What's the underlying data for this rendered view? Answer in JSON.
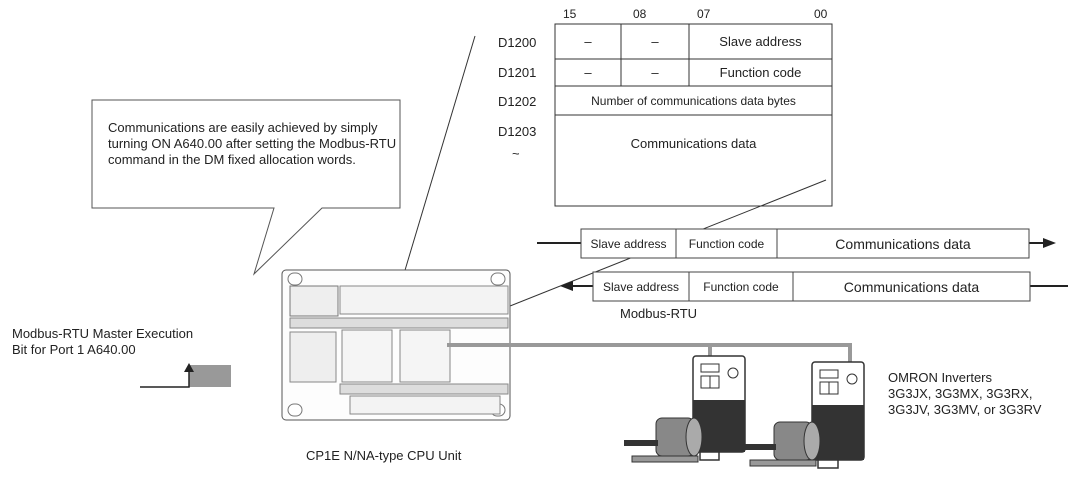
{
  "dm_table": {
    "bit_labels": [
      "15",
      "08",
      "07",
      "00"
    ],
    "rows": [
      {
        "address": "D1200",
        "cells": [
          "–",
          "–",
          "Slave address"
        ]
      },
      {
        "address": "D1201",
        "cells": [
          "–",
          "–",
          "Function code"
        ]
      },
      {
        "address": "D1202",
        "cells": [
          "Number of communications data bytes"
        ]
      },
      {
        "address": "D1203",
        "cells": [
          "Communications data"
        ]
      }
    ],
    "continuation_mark": "~"
  },
  "callout": {
    "text": "Communications are easily achieved by simply turning ON A640.00 after setting the Modbus-RTU command in the DM fixed allocation words."
  },
  "frames": {
    "send": [
      "Slave address",
      "Function code",
      "Communications data"
    ],
    "receive": [
      "Slave address",
      "Function code",
      "Communications data"
    ],
    "protocol_label": "Modbus-RTU"
  },
  "master_bit": {
    "line1": "Modbus-RTU Master Execution",
    "line2": "Bit for Port 1 A640.00"
  },
  "plc": {
    "caption": "CP1E N/NA-type CPU Unit"
  },
  "inverters": {
    "title": "OMRON Inverters",
    "models_line1": "3G3JX, 3G3MX, 3G3RX,",
    "models_line2": "3G3JV, 3G3MV, or 3G3RV"
  }
}
